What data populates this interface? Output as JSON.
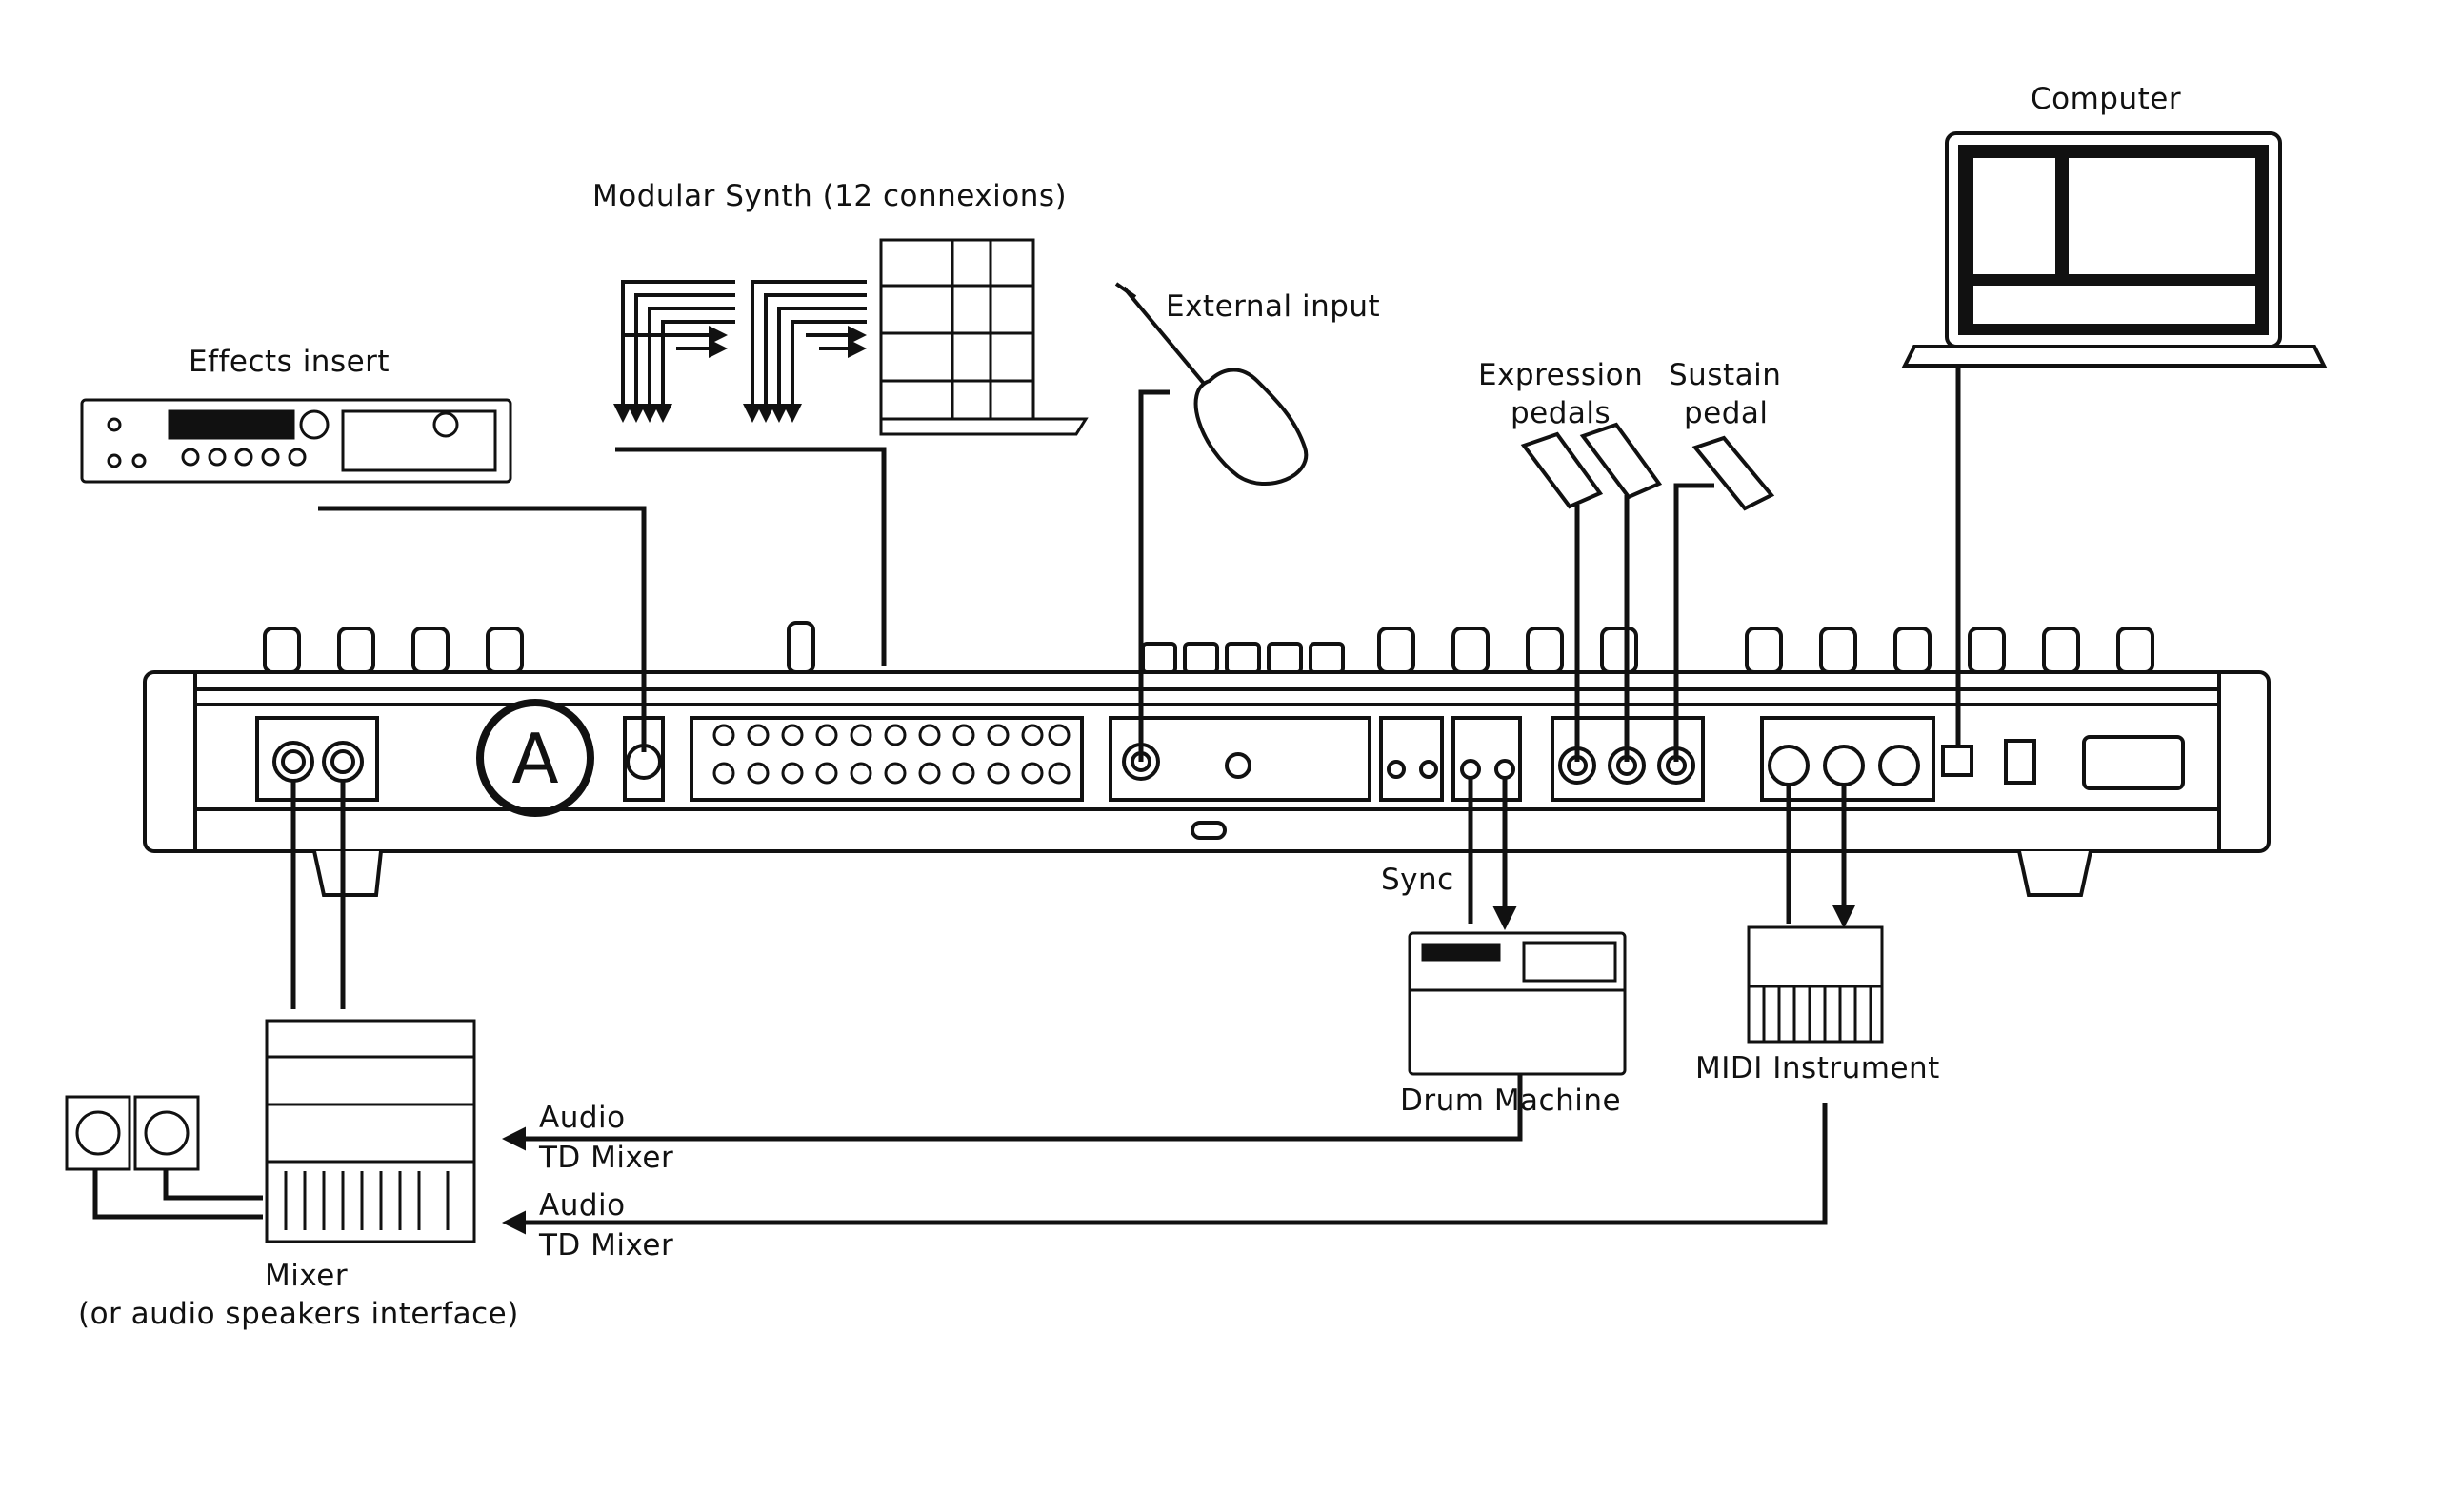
{
  "labels": {
    "effects_insert": "Effects insert",
    "modular_synth": "Modular Synth (12 connexions)",
    "external_input": "External input",
    "expression_pedals_line1": "Expression",
    "expression_pedals_line2": "pedals",
    "sustain_pedal_line1": "Sustain",
    "sustain_pedal_line2": "pedal",
    "computer": "Computer",
    "sync": "Sync",
    "drum_machine": "Drum Machine",
    "midi_instrument": "MIDI Instrument",
    "audio_1": "Audio",
    "td_mixer_1": "TD Mixer",
    "audio_2": "Audio",
    "td_mixer_2": "TD Mixer",
    "mixer_line1": "Mixer",
    "mixer_line2": "(or audio speakers interface)"
  },
  "panel": {
    "logo_letter": "A"
  },
  "colors": {
    "line": "#111111",
    "fill": "#ffffff",
    "screen": "#111111"
  }
}
